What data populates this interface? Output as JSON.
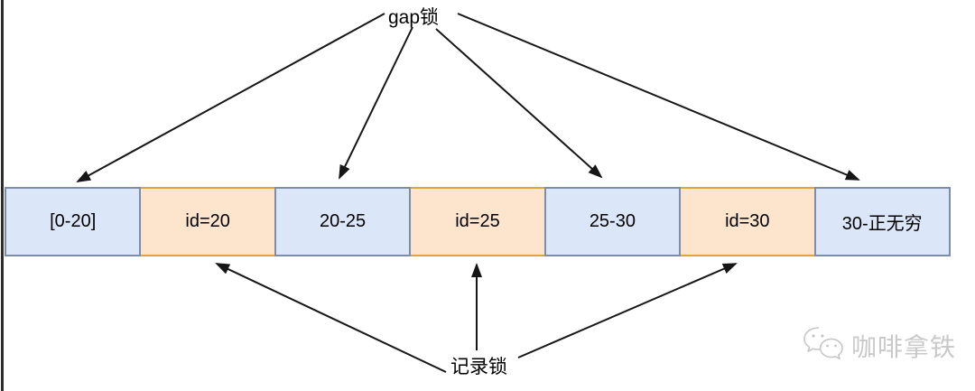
{
  "labels": {
    "gap_lock": "gap锁",
    "record_lock": "记录锁"
  },
  "boxes": [
    {
      "label": "[0-20]",
      "type": "gap"
    },
    {
      "label": "id=20",
      "type": "record"
    },
    {
      "label": "20-25",
      "type": "gap"
    },
    {
      "label": "id=25",
      "type": "record"
    },
    {
      "label": "25-30",
      "type": "gap"
    },
    {
      "label": "id=30",
      "type": "record"
    },
    {
      "label": "30-正无穷",
      "type": "gap"
    }
  ],
  "watermark": {
    "icon": "wechat-icon",
    "text": "咖啡拿铁"
  },
  "colors": {
    "gap_fill": "#dbe6f8",
    "gap_border": "#7d8cab",
    "record_fill": "#fde4cc",
    "record_border": "#e2a33e",
    "arrow": "#161616"
  }
}
